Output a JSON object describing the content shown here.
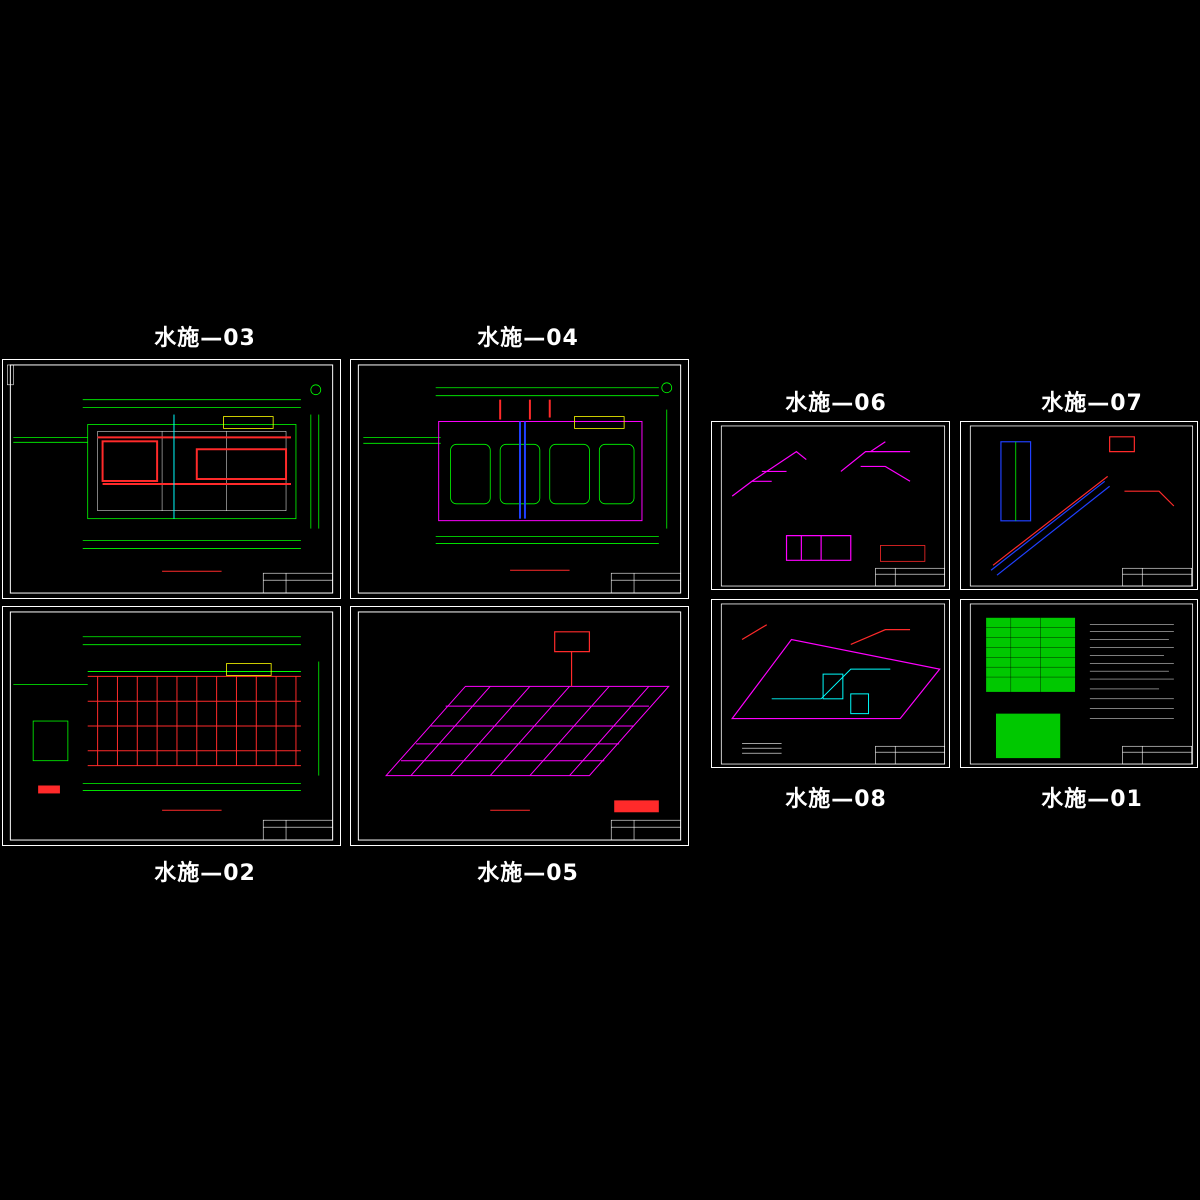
{
  "sheets": [
    {
      "id": "s03",
      "label": "水施—03"
    },
    {
      "id": "s04",
      "label": "水施—04"
    },
    {
      "id": "s06",
      "label": "水施—06"
    },
    {
      "id": "s07",
      "label": "水施—07"
    },
    {
      "id": "s02",
      "label": "水施—02"
    },
    {
      "id": "s05",
      "label": "水施—05"
    },
    {
      "id": "s08",
      "label": "水施—08"
    },
    {
      "id": "s01",
      "label": "水施—01"
    }
  ],
  "colors": {
    "background": "#000000",
    "frame": "#ffffff",
    "grid": "#00ff00",
    "pipe_red": "#ff2a2a",
    "pipe_magenta": "#ff00ff",
    "pipe_blue": "#2040ff",
    "pipe_cyan": "#00ffff",
    "annotation": "#ffff00"
  }
}
